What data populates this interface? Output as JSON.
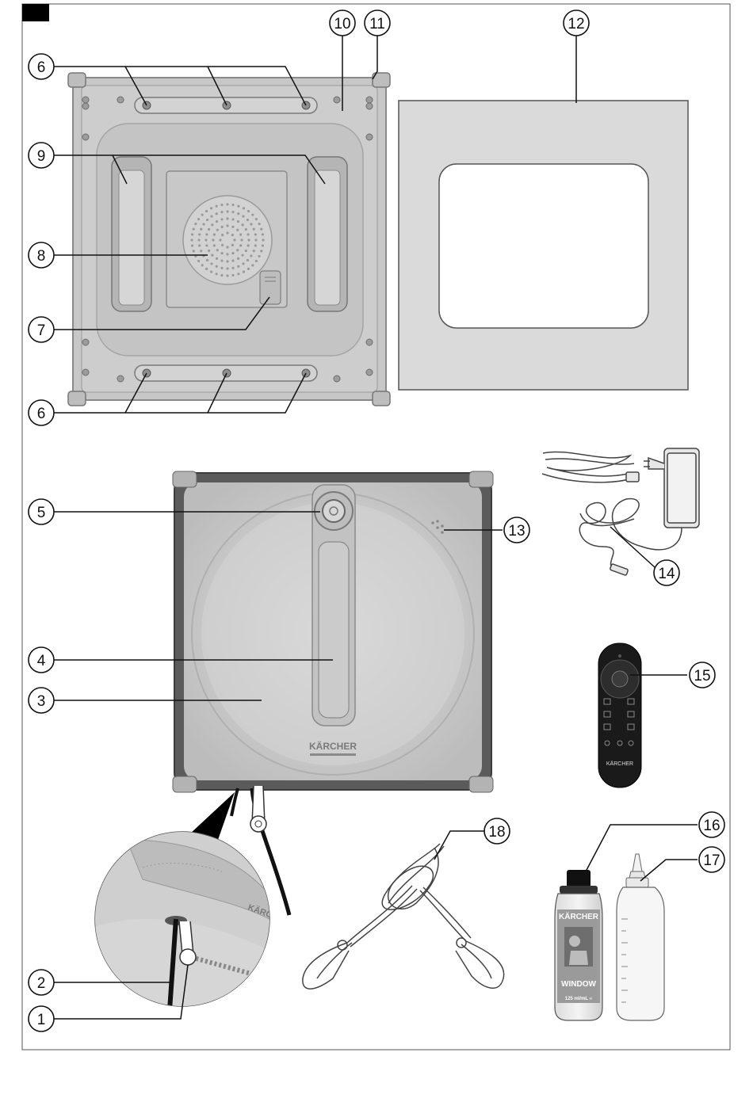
{
  "callouts": [
    {
      "id": "c1",
      "label": "1"
    },
    {
      "id": "c2",
      "label": "2"
    },
    {
      "id": "c3",
      "label": "3"
    },
    {
      "id": "c4",
      "label": "4"
    },
    {
      "id": "c5",
      "label": "5"
    },
    {
      "id": "c6a",
      "label": "6"
    },
    {
      "id": "c6b",
      "label": "6"
    },
    {
      "id": "c7",
      "label": "7"
    },
    {
      "id": "c8",
      "label": "8"
    },
    {
      "id": "c9",
      "label": "9"
    },
    {
      "id": "c10",
      "label": "10"
    },
    {
      "id": "c11",
      "label": "11"
    },
    {
      "id": "c12",
      "label": "12"
    },
    {
      "id": "c13",
      "label": "13"
    },
    {
      "id": "c14",
      "label": "14"
    },
    {
      "id": "c15",
      "label": "15"
    },
    {
      "id": "c16",
      "label": "16"
    },
    {
      "id": "c17",
      "label": "17"
    },
    {
      "id": "c18",
      "label": "18"
    }
  ],
  "product": {
    "brand": "KÄRCHER",
    "remote_brand": "KÄRCHER",
    "bottle_brand": "KÄRCHER",
    "bottle_label": "WINDOW",
    "bottle_volume": "125 ml/mL ℮",
    "detail_brand": "KÄRCHER"
  },
  "colors": {
    "line": "#111111",
    "device_body": "#c9c9c9",
    "device_dark": "#4a4a4a",
    "pad": "#d8d8d8",
    "marker": "#000000"
  }
}
